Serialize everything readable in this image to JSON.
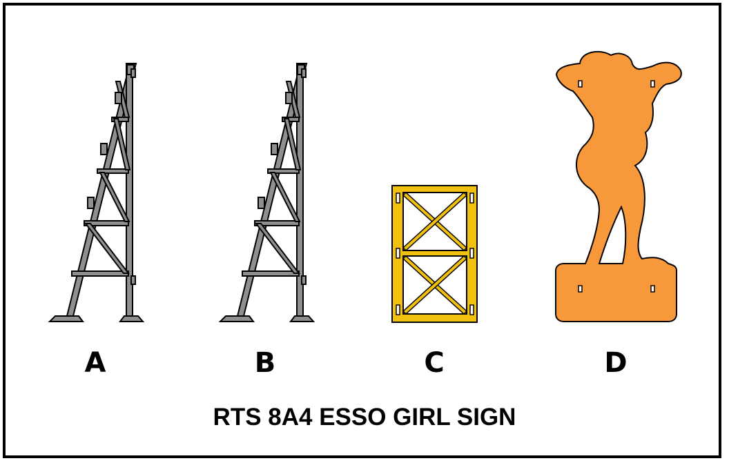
{
  "parts": [
    {
      "id": "A",
      "label": "A",
      "color": "#8f8f8f",
      "icon": "tower-truss-icon"
    },
    {
      "id": "B",
      "label": "B",
      "color": "#8f8f8f",
      "icon": "tower-truss-icon"
    },
    {
      "id": "C",
      "label": "C",
      "color": "#f2c00e",
      "icon": "cross-braced-panel-icon"
    },
    {
      "id": "D",
      "label": "D",
      "color": "#f7993a",
      "icon": "girl-silhouette-icon"
    }
  ],
  "title": "RTS 8A4 ESSO GIRL SIGN"
}
